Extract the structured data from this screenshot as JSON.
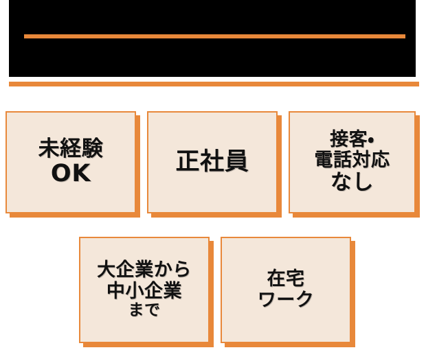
{
  "header": {
    "title": "",
    "subtitle": "",
    "background_color": "#000000",
    "rule_color": "#E8883A"
  },
  "divider": {
    "color": "#E8883A"
  },
  "theme": {
    "accent": "#E8883A",
    "card_background": "#F4E7DA",
    "card_border": "#E8883A",
    "text": "#111111",
    "page_background": "#FFFFFF"
  },
  "cards": {
    "row_top": [
      {
        "name": "card-no-experience-ok",
        "lines": [
          {
            "text": "未経験",
            "size": "sz-lg"
          },
          {
            "text": "OK",
            "size": "sz-xl"
          }
        ]
      },
      {
        "name": "card-full-time-employee",
        "lines": [
          {
            "text": "正社員",
            "size": "sz-xl"
          }
        ]
      },
      {
        "name": "card-no-customer-service-or-phone",
        "lines": [
          {
            "text": "接客・",
            "size": "sz-md"
          },
          {
            "text": "電話対応",
            "size": "sz-md"
          },
          {
            "text": "なし",
            "size": "sz-lg"
          }
        ]
      }
    ],
    "row_bottom": [
      {
        "name": "card-large-to-small-companies",
        "lines": [
          {
            "text": "大企業から",
            "size": "sz-md"
          },
          {
            "text": "中小企業",
            "size": "sz-md"
          },
          {
            "text": "まで",
            "size": "sz-sm"
          }
        ]
      },
      {
        "name": "card-remote-work",
        "lines": [
          {
            "text": "在宅",
            "size": "sz-md"
          },
          {
            "text": "ワーク",
            "size": "sz-md"
          }
        ]
      }
    ]
  }
}
